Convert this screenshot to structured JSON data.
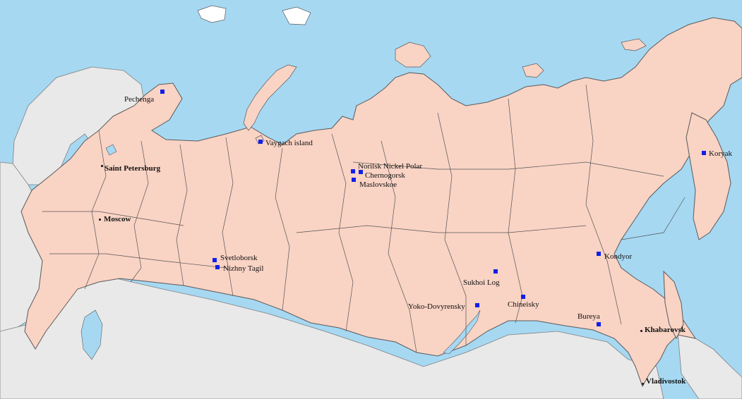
{
  "map": {
    "colors": {
      "sea": "#a6d8f2",
      "russia": "#f9d3c4",
      "other_land": "#e9e9e9",
      "deposit_marker": "#1020e8"
    },
    "cities": [
      {
        "id": "saint-petersburg",
        "name": "Saint Petersburg"
      },
      {
        "id": "moscow",
        "name": "Moscow"
      },
      {
        "id": "khabarovsk",
        "name": "Khabarovsk"
      },
      {
        "id": "vladivostok",
        "name": "Vladivostok"
      }
    ],
    "deposits": [
      {
        "id": "pechenga",
        "name": "Pechenga"
      },
      {
        "id": "vaygach-island",
        "name": "Vaygach island"
      },
      {
        "id": "norilsk-nickel-polar",
        "name": "Norilsk Nickel Polar"
      },
      {
        "id": "chernogorsk",
        "name": "Chernogorsk"
      },
      {
        "id": "maslovskoe",
        "name": "Maslovskoe"
      },
      {
        "id": "koryak",
        "name": "Koryak"
      },
      {
        "id": "svetloborsk",
        "name": "Svetloborsk"
      },
      {
        "id": "nizhny-tagil",
        "name": "Nizhny Tagil"
      },
      {
        "id": "kondyor",
        "name": "Kondyor"
      },
      {
        "id": "sukhoi-log",
        "name": "Sukhoi Log"
      },
      {
        "id": "yoko-dovyrensky",
        "name": "Yoko-Dovyrensky"
      },
      {
        "id": "chineisky",
        "name": "Chineisky"
      },
      {
        "id": "bureya",
        "name": "Bureya"
      }
    ]
  }
}
